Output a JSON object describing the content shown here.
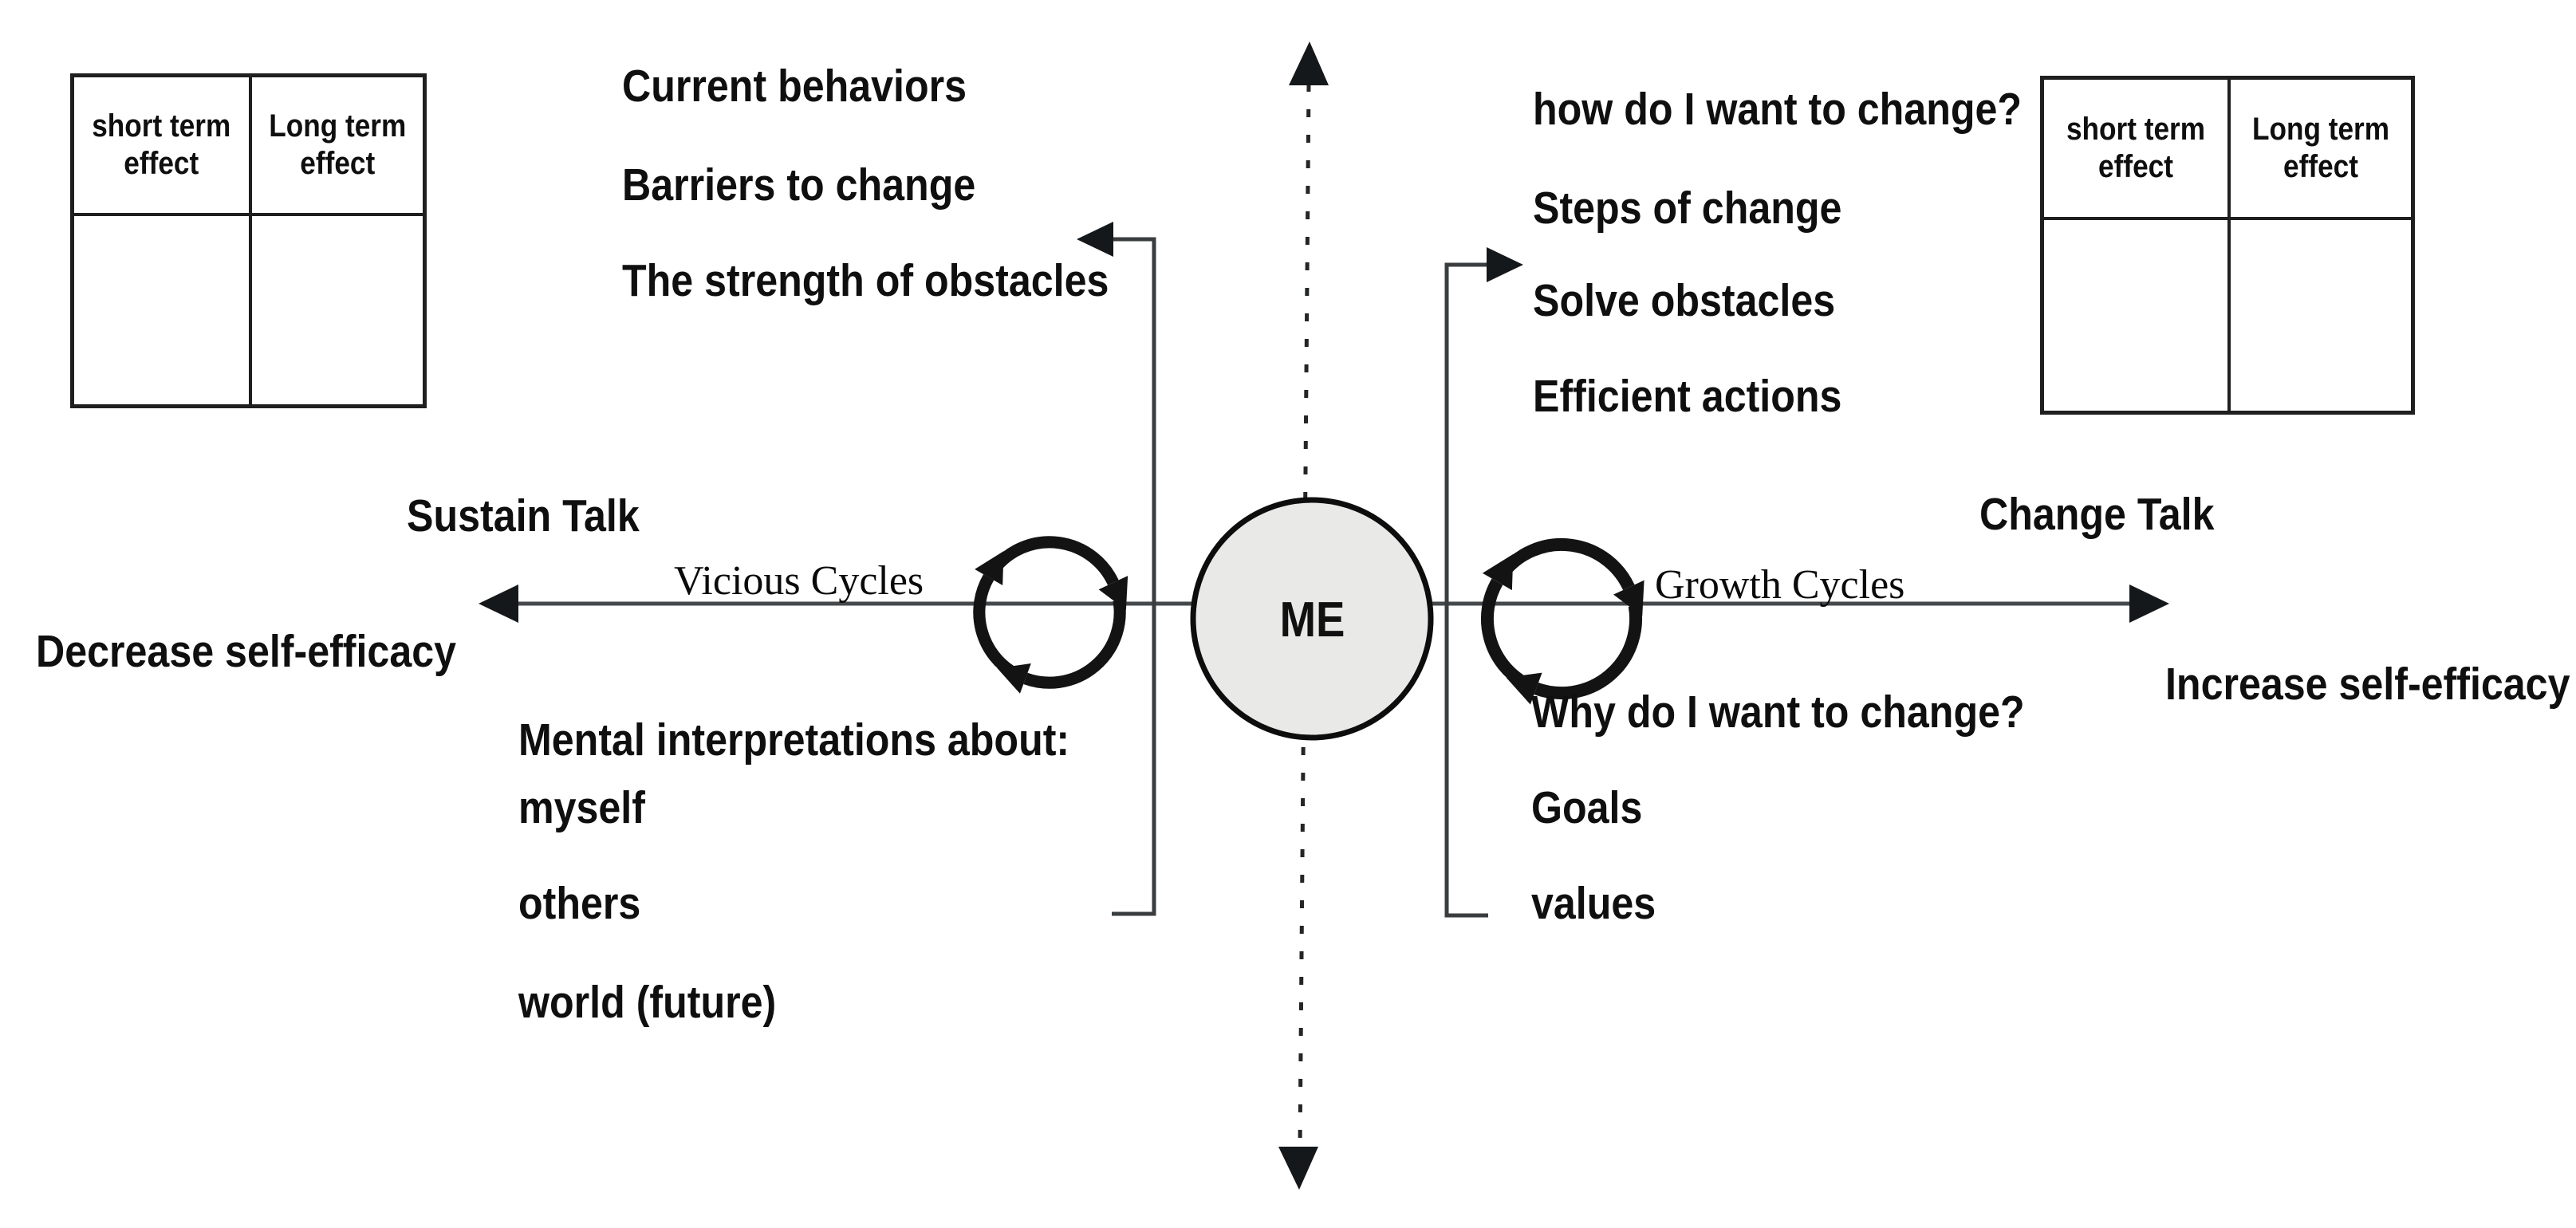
{
  "center": {
    "me": "ME"
  },
  "axis": {
    "sustain_talk": "Sustain Talk",
    "change_talk": "Change Talk",
    "decrease_self_efficacy": "Decrease self-efficacy",
    "increase_self_efficacy": "Increase self-efficacy",
    "vicious_cycles": "Vicious Cycles",
    "growth_cycles": "Growth Cycles"
  },
  "quadrants": {
    "top_left": {
      "items": [
        "Current behaviors",
        "Barriers to change",
        "The strength of obstacles"
      ]
    },
    "top_right": {
      "items": [
        "how do I want to change?",
        "Steps of change",
        "Solve obstacles",
        "Efficient actions"
      ]
    },
    "bottom_left": {
      "heading": "Mental interpretations about:",
      "items": [
        "myself",
        "others",
        "world (future)"
      ]
    },
    "bottom_right": {
      "items": [
        "Why do I want to change?",
        "Goals",
        "values"
      ]
    }
  },
  "tables": {
    "left": {
      "headers": [
        "short term effect",
        "Long term effect"
      ],
      "rows": [
        [
          "",
          ""
        ]
      ]
    },
    "right": {
      "headers": [
        "short term effect",
        "Long term effect"
      ],
      "rows": [
        [
          "",
          ""
        ]
      ]
    }
  },
  "icons": {
    "left_cycle": "cycle-arrows-icon",
    "right_cycle": "cycle-arrows-icon",
    "up_arrow": "up-arrowhead-icon",
    "down_arrow": "down-arrowhead-icon",
    "left_arrow": "left-arrowhead-icon",
    "right_arrow": "right-arrowhead-icon"
  },
  "colors": {
    "ink": "#0f0f0f",
    "axis_line": "#46494c",
    "bracket_line": "#3a3d3f",
    "dashed_line": "#232526",
    "circle_fill": "#e9e9e7",
    "circle_stroke": "#0d0d0d",
    "background": "#ffffff"
  }
}
